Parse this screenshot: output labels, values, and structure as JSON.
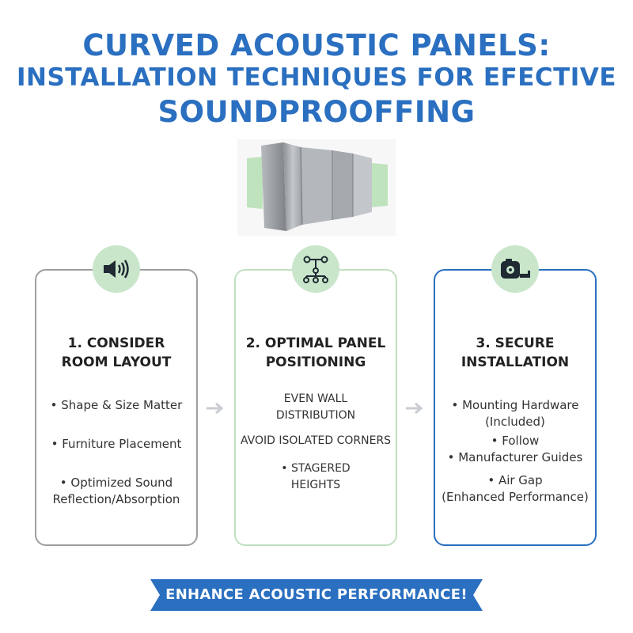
{
  "header": {
    "title_line1": "CURVED ACOUSTIC PANELS:",
    "title_line2": "INSTALLATION TECHNIQUES FOR EFECTIVE",
    "title_line3": "SOUNDPROOFFING"
  },
  "colors": {
    "title_blue": "#2a6fc0",
    "icon_green": "#c9e6cb",
    "card1_border": "#9e9e9e",
    "card2_border": "#bfe0bf",
    "card3_border": "#2a6fc0",
    "banner_blue": "#2a6fc0"
  },
  "cards": [
    {
      "icon": "speaker-icon",
      "title_line1": "1. CONSIDER",
      "title_line2": "ROOM LAYOUT",
      "items": [
        "• Shape & Size Matter",
        "• Furniture Placement",
        "• Optimized Sound",
        "Reflection/Absorption"
      ]
    },
    {
      "icon": "hierarchy-icon",
      "title_line1": "2. OPTIMAL PANEL",
      "title_line2": "POSITIONING",
      "items": [
        "EVEN WALL",
        "DISTRIBUTION",
        "AVOID ISOLATED CORNERS",
        "• STAGERED",
        "HEIGHTS"
      ]
    },
    {
      "icon": "tape-measure-icon",
      "title_line1": "3. SECURE",
      "title_line2": "INSTALLATION",
      "items": [
        "• Mounting Hardware",
        "(Included)",
        "• Follow",
        "• Manufacturer Guides",
        "• Air Gap",
        "(Enhanced Performance)"
      ]
    }
  ],
  "banner": {
    "text": "ENHANCE ACOUSTIC PERFORMANCE!"
  }
}
